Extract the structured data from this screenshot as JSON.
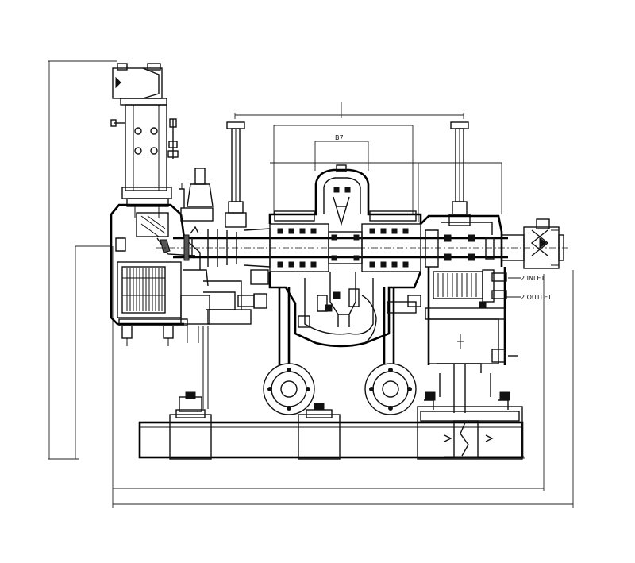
{
  "drawing": {
    "dimension_label": "B7",
    "callouts": [
      "2 INLET",
      "2 OUTLET"
    ]
  }
}
